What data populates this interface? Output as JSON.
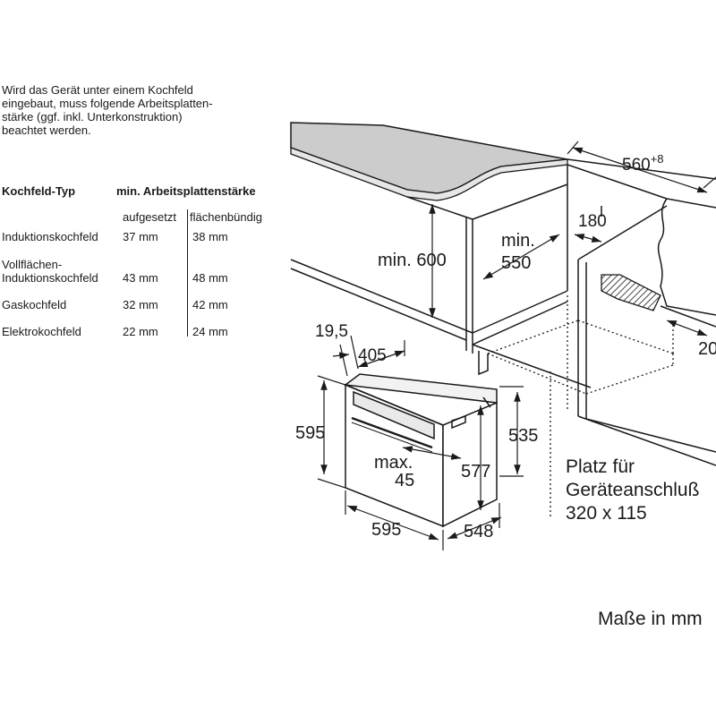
{
  "intro_text": "Wird das Gerät unter einem Kochfeld\neingebaut, muss folgende Arbeitsplatten-\nstärke (ggf. inkl. Unterkonstruktion)\nbeachtet werden.",
  "table": {
    "header_type": "Kochfeld-Typ",
    "header_thickness": "min. Arbeitsplattenstärke",
    "sub_mounted": "aufgesetzt",
    "sub_flush": "flächenbündig",
    "rows": [
      {
        "type": "Induktionskochfeld",
        "mounted": "37 mm",
        "flush": "38 mm"
      },
      {
        "type": "Vollflächen-\nInduktionskochfeld",
        "mounted": "43 mm",
        "flush": "48 mm"
      },
      {
        "type": "Gaskochfeld",
        "mounted": "32 mm",
        "flush": "42 mm"
      },
      {
        "type": "Elektrokochfeld",
        "mounted": "22 mm",
        "flush": "24 mm"
      }
    ]
  },
  "dimensions": {
    "niche_width_base": "560",
    "niche_width_tol": "+8",
    "vent_depth": "180",
    "niche_height_min_a": "min.",
    "niche_height_min_b": "550",
    "cabinet_height_min": "min. 600",
    "side_cut_20": "20",
    "front_offset": "19,5",
    "depth_405": "405",
    "appliance_height": "595",
    "panel_angle_a": "max.",
    "panel_angle_b": "45",
    "inner_height": "577",
    "rear_height": "535",
    "appliance_width": "595",
    "appliance_depth": "548"
  },
  "connection_note": {
    "line1": "Platz für",
    "line2": "Geräteanschluß",
    "line3": "320 x 115"
  },
  "units_note": "Maße in mm"
}
